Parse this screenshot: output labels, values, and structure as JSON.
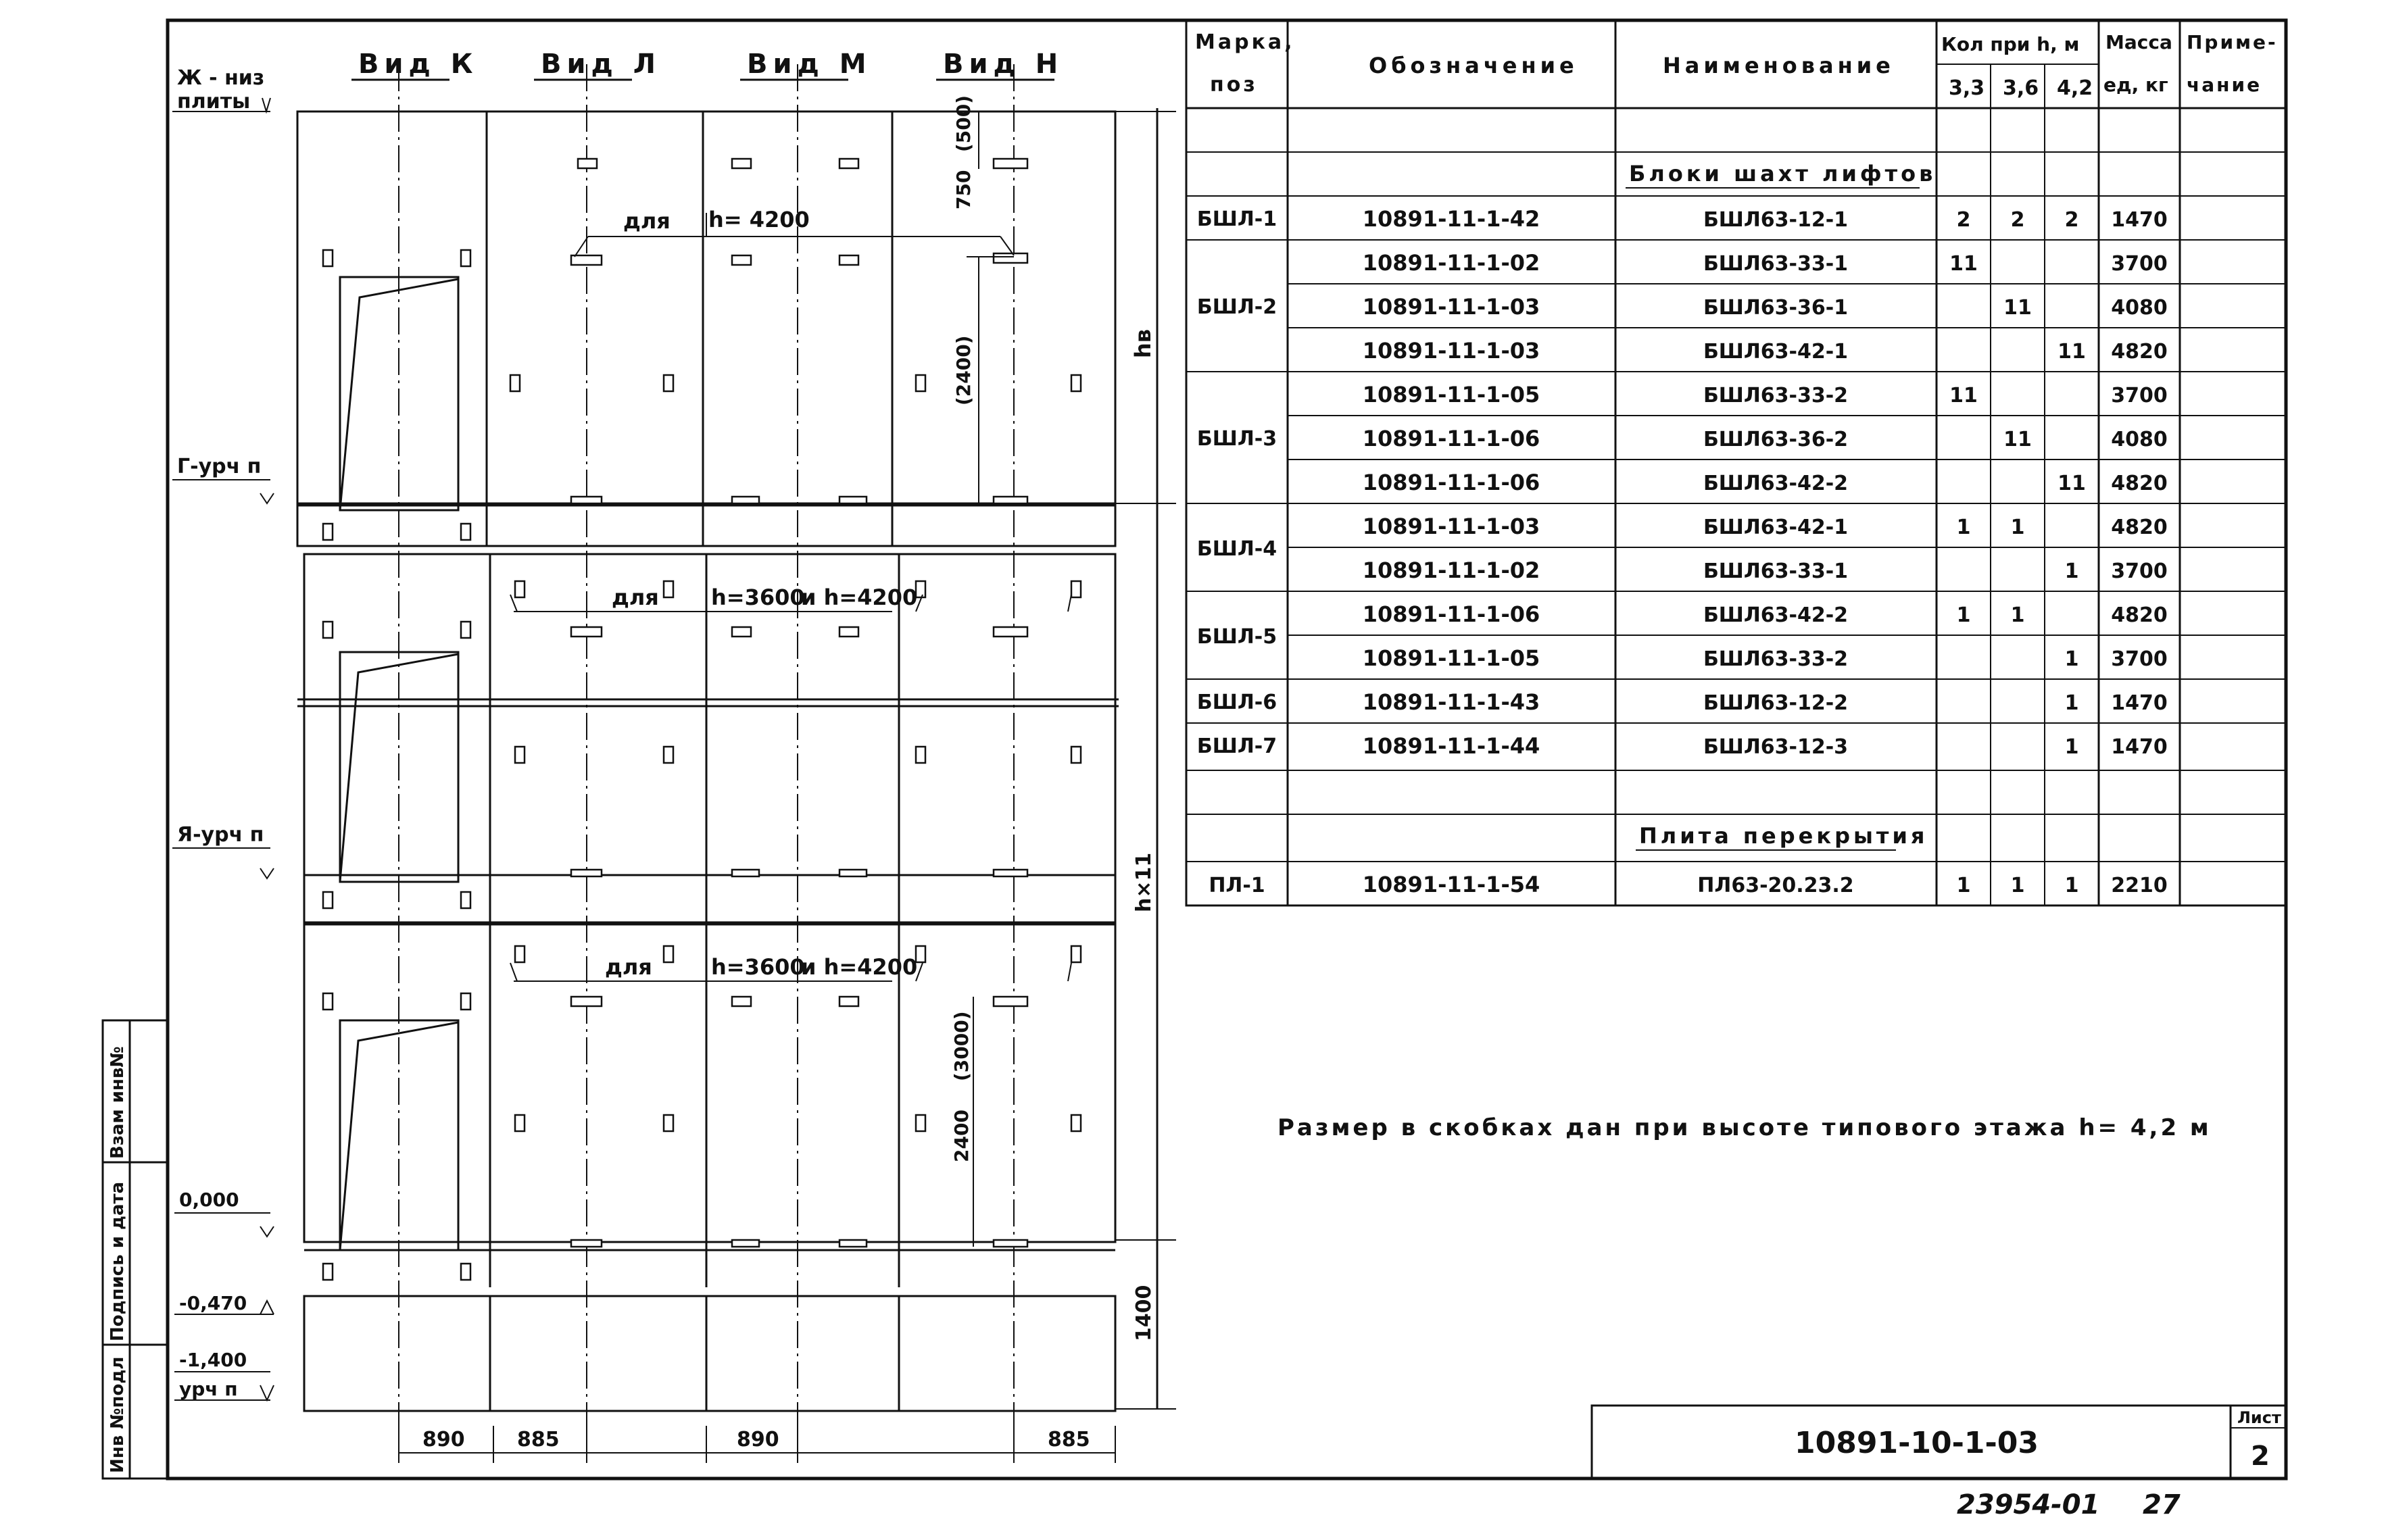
{
  "views": {
    "labels": [
      "Вид К",
      "Вид Л",
      "Вид М",
      "Вид Н"
    ]
  },
  "levels": {
    "plate_bottom": [
      "Ж - низ",
      "плиты"
    ],
    "g_level": "Г-урч п",
    "a_level": "Я-урч п",
    "zero": "0,000",
    "minus_470": "-0,470",
    "minus_1400": [
      "-1,400",
      "урч п"
    ]
  },
  "notes": {
    "for_h4200": "для",
    "h4200": "h= 4200",
    "for_h3600": "для",
    "h3600": "h=3600",
    "h3600b": "h=3600",
    "and_h4200": "и h=4200",
    "and_h4200b": "и h=4200"
  },
  "dimensions": {
    "d750": "750",
    "d500": "(500)",
    "d2400": "(2400)",
    "d2400b": "2400",
    "d3000": "(3000)",
    "hv": "hв",
    "hx11": "h×11",
    "d1400": "1400",
    "bottom": [
      "890",
      "885",
      "890",
      "885"
    ]
  },
  "stamp": {
    "inv_podl": "Инв №подл",
    "podpis": "Подпись и дата",
    "vzam": "Взам инв№"
  },
  "table": {
    "headers": {
      "marka": [
        "Марка,",
        "поз"
      ],
      "oboz": "Обозначение",
      "naim": "Наименование",
      "kol": "Кол при h, м",
      "h1": "3,3",
      "h2": "3,6",
      "h3": "4,2",
      "massa": [
        "Масса",
        "ед, кг"
      ],
      "prim": [
        "Приме-",
        "чание"
      ]
    },
    "section1": "Блоки шахт лифтов",
    "section2": "Плита перекрытия",
    "rows": [
      {
        "mark": "БШЛ-1",
        "oboz": "10891-11-1-42",
        "naim": "БШЛ63-12-1",
        "q1": "2",
        "q2": "2",
        "q3": "2",
        "mass": "1470"
      },
      {
        "mark": "",
        "oboz": "10891-11-1-02",
        "naim": "БШЛ63-33-1",
        "q1": "11",
        "q2": "",
        "q3": "",
        "mass": "3700"
      },
      {
        "mark": "БШЛ-2",
        "oboz": "10891-11-1-03",
        "naim": "БШЛ63-36-1",
        "q1": "",
        "q2": "11",
        "q3": "",
        "mass": "4080"
      },
      {
        "mark": "",
        "oboz": "10891-11-1-03",
        "naim": "БШЛ63-42-1",
        "q1": "",
        "q2": "",
        "q3": "11",
        "mass": "4820"
      },
      {
        "mark": "",
        "oboz": "10891-11-1-05",
        "naim": "БШЛ63-33-2",
        "q1": "11",
        "q2": "",
        "q3": "",
        "mass": "3700"
      },
      {
        "mark": "БШЛ-3",
        "oboz": "10891-11-1-06",
        "naim": "БШЛ63-36-2",
        "q1": "",
        "q2": "11",
        "q3": "",
        "mass": "4080"
      },
      {
        "mark": "",
        "oboz": "10891-11-1-06",
        "naim": "БШЛ63-42-2",
        "q1": "",
        "q2": "",
        "q3": "11",
        "mass": "4820"
      },
      {
        "mark": "БШЛ-4",
        "oboz": "10891-11-1-03",
        "naim": "БШЛ63-42-1",
        "q1": "1",
        "q2": "1",
        "q3": "",
        "mass": "4820"
      },
      {
        "mark": "",
        "oboz": "10891-11-1-02",
        "naim": "БШЛ63-33-1",
        "q1": "",
        "q2": "",
        "q3": "1",
        "mass": "3700"
      },
      {
        "mark": "БШЛ-5",
        "oboz": "10891-11-1-06",
        "naim": "БШЛ63-42-2",
        "q1": "1",
        "q2": "1",
        "q3": "",
        "mass": "4820"
      },
      {
        "mark": "",
        "oboz": "10891-11-1-05",
        "naim": "БШЛ63-33-2",
        "q1": "",
        "q2": "",
        "q3": "1",
        "mass": "3700"
      },
      {
        "mark": "БШЛ-6",
        "oboz": "10891-11-1-43",
        "naim": "БШЛ63-12-2",
        "q1": "",
        "q2": "",
        "q3": "1",
        "mass": "1470"
      },
      {
        "mark": "БШЛ-7",
        "oboz": "10891-11-1-44",
        "naim": "БШЛ63-12-3",
        "q1": "",
        "q2": "",
        "q3": "1",
        "mass": "1470"
      }
    ],
    "plate_row": {
      "mark": "ПЛ-1",
      "oboz": "10891-11-1-54",
      "naim": "ПЛ63-20.23.2",
      "q1": "1",
      "q2": "1",
      "q3": "1",
      "mass": "2210"
    }
  },
  "note": "Размер в скобках дан при высоте типового этажа h= 4,2 м",
  "title_block": {
    "code": "10891-10-1-03",
    "list_label": "Лист",
    "list_no": "2"
  },
  "footer": {
    "archive_no": "23954-01",
    "page": "27"
  }
}
